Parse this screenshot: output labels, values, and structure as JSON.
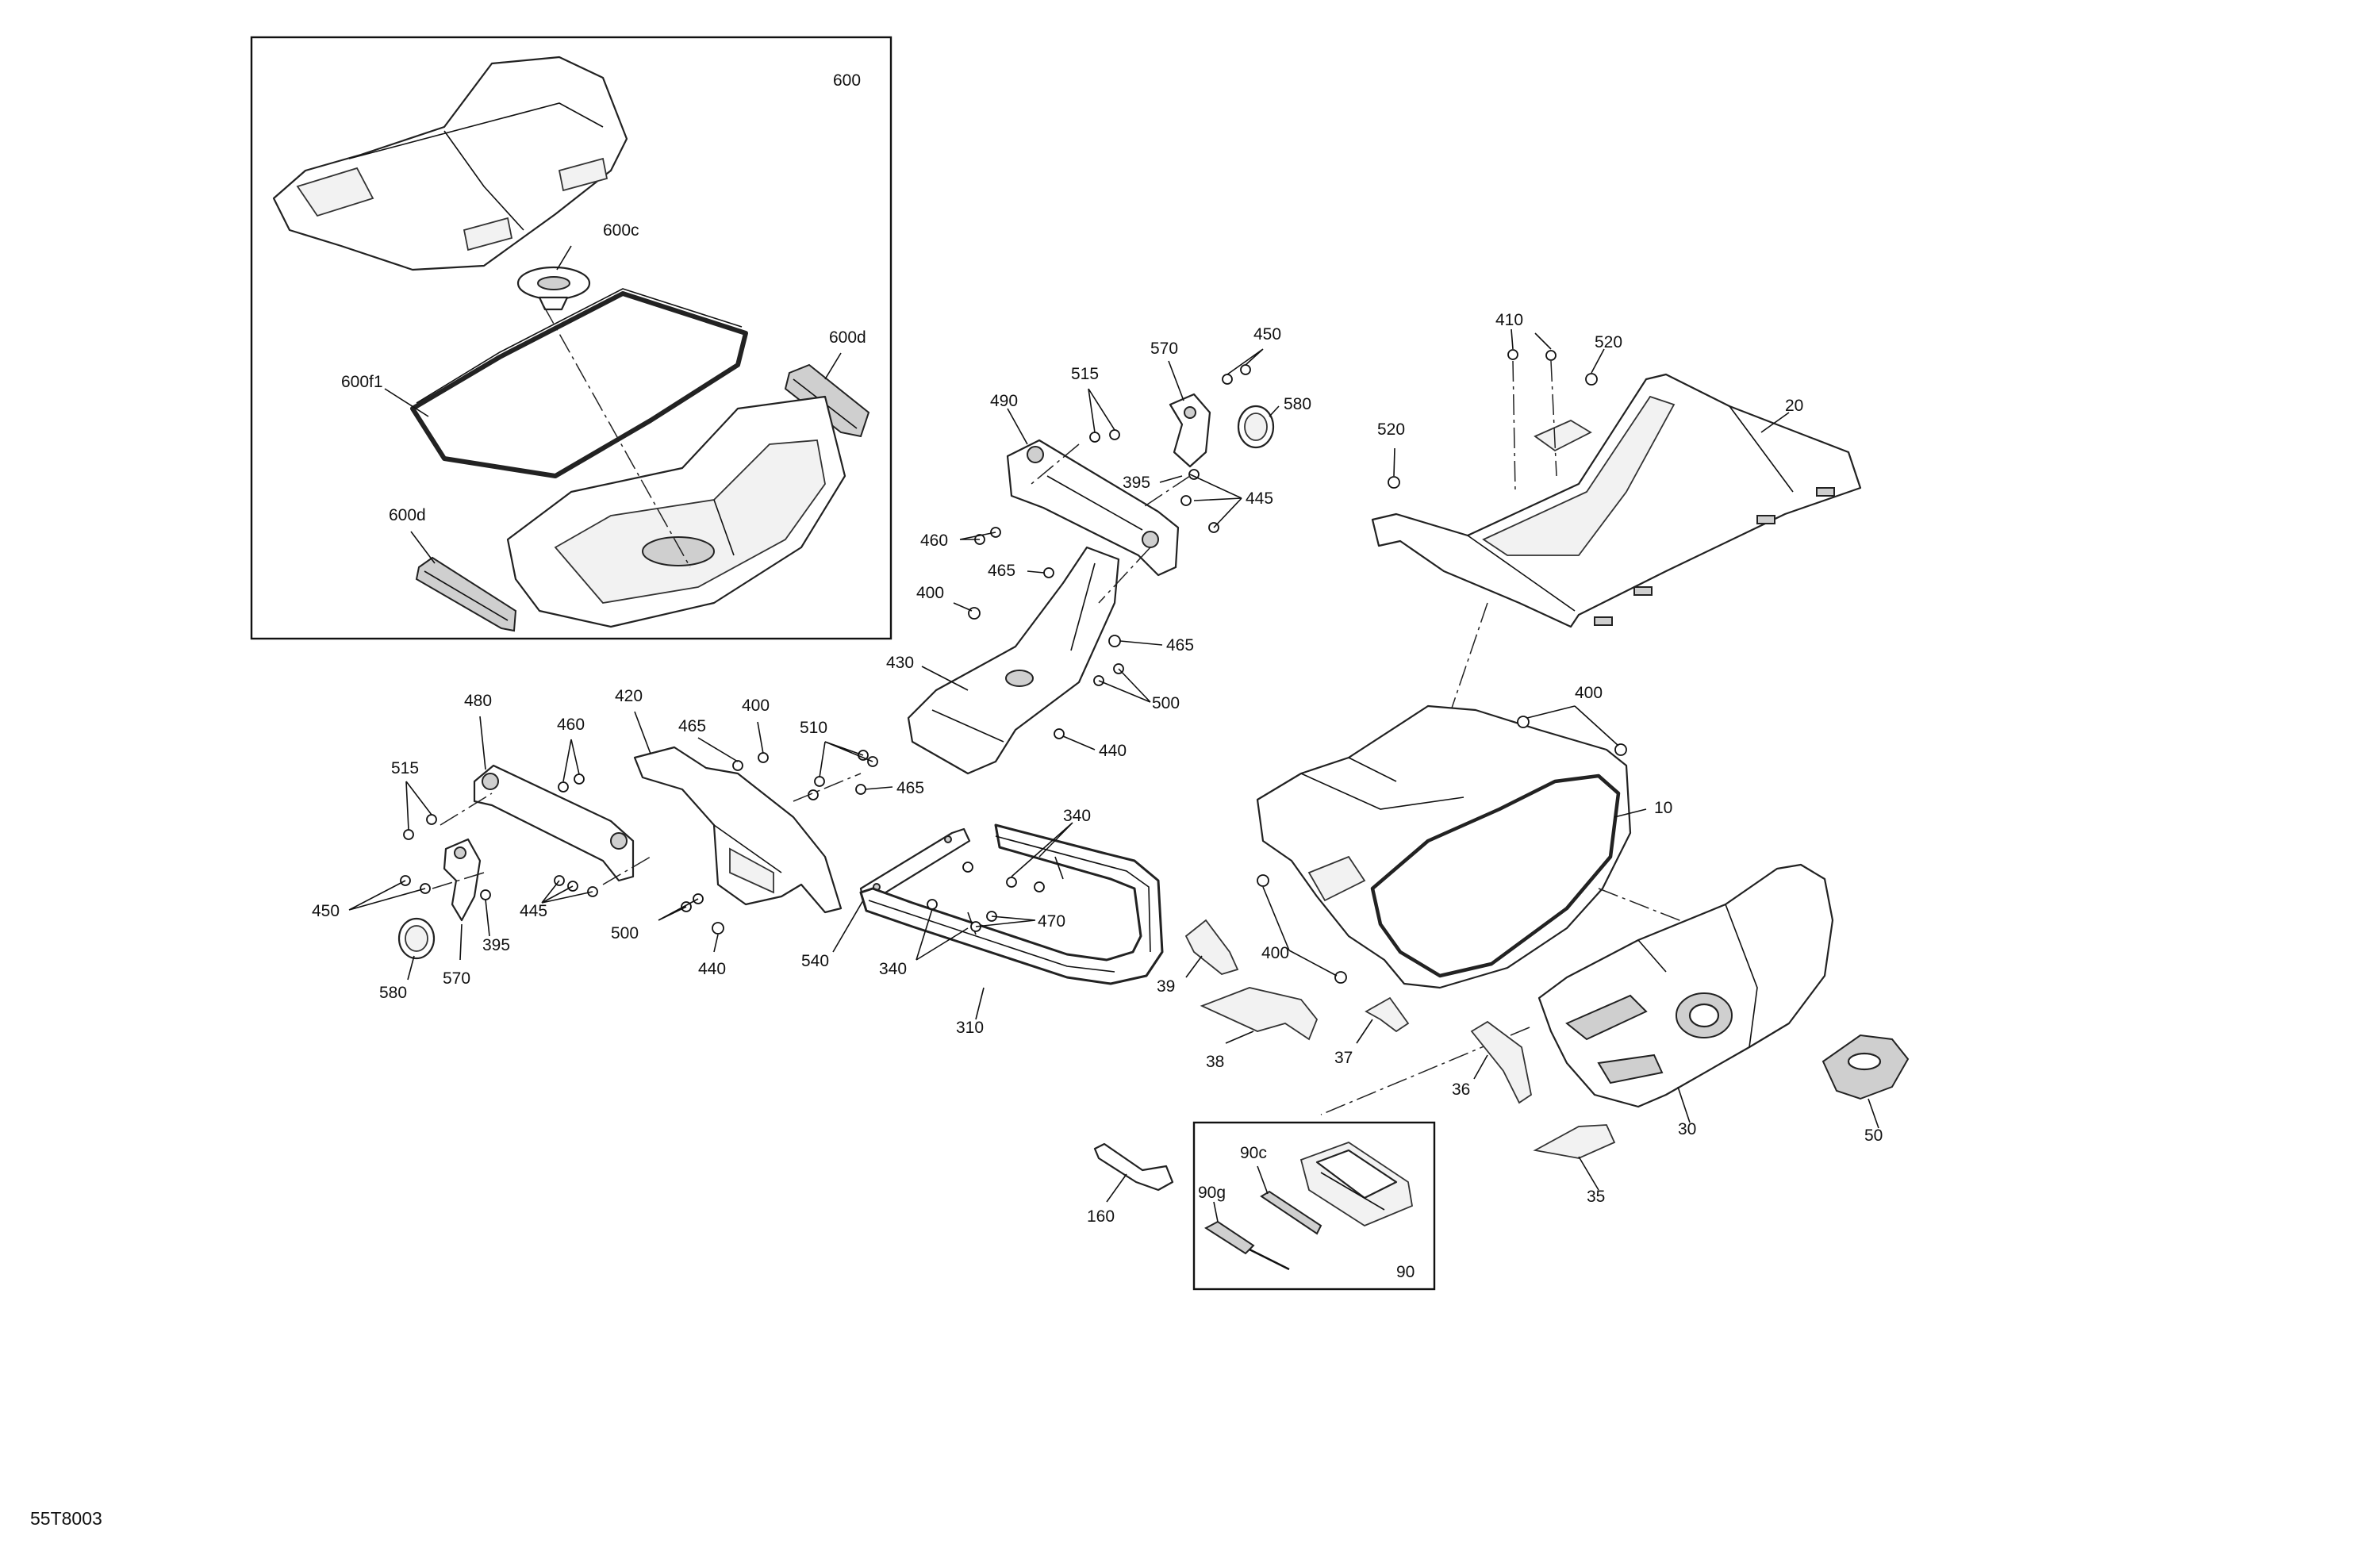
{
  "diagram_code": "55T8003",
  "callouts": {
    "c600": "600",
    "c600c": "600c",
    "c600d_top": "600d",
    "c600f1": "600f1",
    "c600d_bottom": "600d",
    "c490": "490",
    "c515_top": "515",
    "c570_top": "570",
    "c450_top": "450",
    "c580_top": "580",
    "c395_top": "395",
    "c445_top": "445",
    "c460_top": "460",
    "c465_a": "465",
    "c400_a": "400",
    "c465_b": "465",
    "c430": "430",
    "c500_top": "500",
    "c440_top": "440",
    "c410": "410",
    "c520_a": "520",
    "c520_b": "520",
    "c20": "20",
    "c480": "480",
    "c460_left": "460",
    "c515_left": "515",
    "c420": "420",
    "c465_c": "465",
    "c400_b": "400",
    "c510": "510",
    "c465_d": "465",
    "c450_left": "450",
    "c445_left": "445",
    "c395_left": "395",
    "c570_left": "570",
    "c580_left": "580",
    "c500_left": "500",
    "c440_left": "440",
    "c540": "540",
    "c340_a": "340",
    "c340_b": "340",
    "c470": "470",
    "c310": "310",
    "c400_c": "400",
    "c10": "10",
    "c400_d": "400",
    "c39": "39",
    "c38": "38",
    "c37": "37",
    "c36": "36",
    "c30": "30",
    "c50": "50",
    "c35": "35",
    "c160": "160",
    "c90c": "90c",
    "c90g": "90g",
    "c90": "90"
  }
}
